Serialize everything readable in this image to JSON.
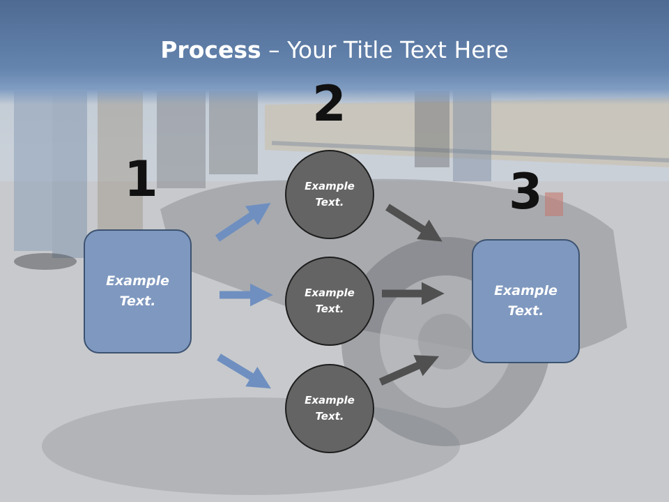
{
  "title": {
    "bold": "Process",
    "rest": " – Your Title Text Here"
  },
  "numbers": {
    "n1": "1",
    "n2": "2",
    "n3": "3"
  },
  "left_box": {
    "label": "Example\nText."
  },
  "circles": [
    {
      "label": "Example\nText."
    },
    {
      "label": "Example\nText."
    },
    {
      "label": "Example\nText."
    }
  ],
  "right_box": {
    "label": "Example\nText."
  },
  "colors": {
    "title_bar": "#5f7fa9",
    "box_fill": "#7f98bf",
    "circle_fill": "#646464",
    "blue_arrow": "#6f8fc0",
    "dark_arrow": "#505050"
  }
}
